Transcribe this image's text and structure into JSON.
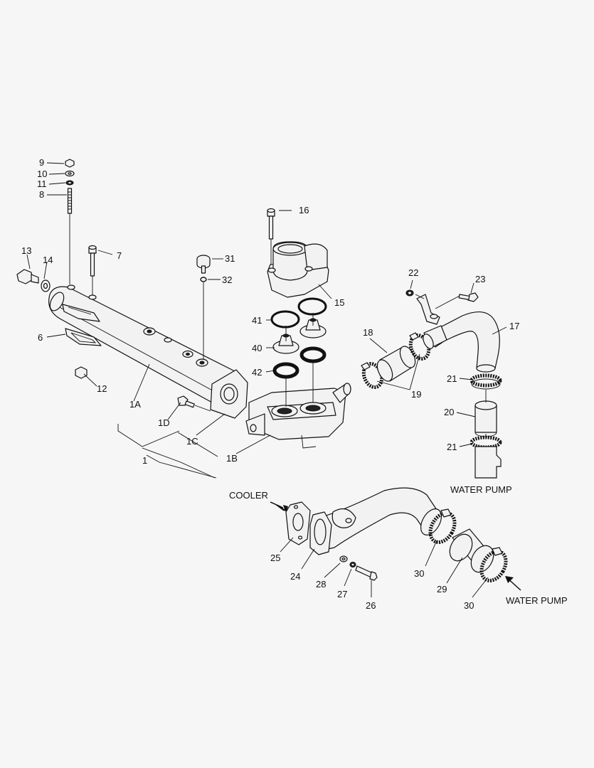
{
  "diagram": {
    "captions": {
      "cooler": "COOLER",
      "water_pump_top": "WATER PUMP",
      "water_pump_bottom": "WATER PUMP"
    },
    "labels": {
      "l9": "9",
      "l10": "10",
      "l11": "11",
      "l8": "8",
      "l13": "13",
      "l14": "14",
      "l7": "7",
      "l6": "6",
      "l12": "12",
      "l1A": "1A",
      "l1D": "1D",
      "l1C": "1C",
      "l1": "1",
      "l1B": "1B",
      "l16": "16",
      "l31": "31",
      "l32": "32",
      "l15": "15",
      "l41": "41",
      "l40": "40",
      "l42": "42",
      "l18": "18",
      "l19": "19",
      "l22": "22",
      "l23": "23",
      "l17": "17",
      "l21a": "21",
      "l20": "20",
      "l21b": "21",
      "l25": "25",
      "l24": "24",
      "l28": "28",
      "l27": "27",
      "l26": "26",
      "l30a": "30",
      "l29": "29",
      "l30b": "30"
    }
  }
}
